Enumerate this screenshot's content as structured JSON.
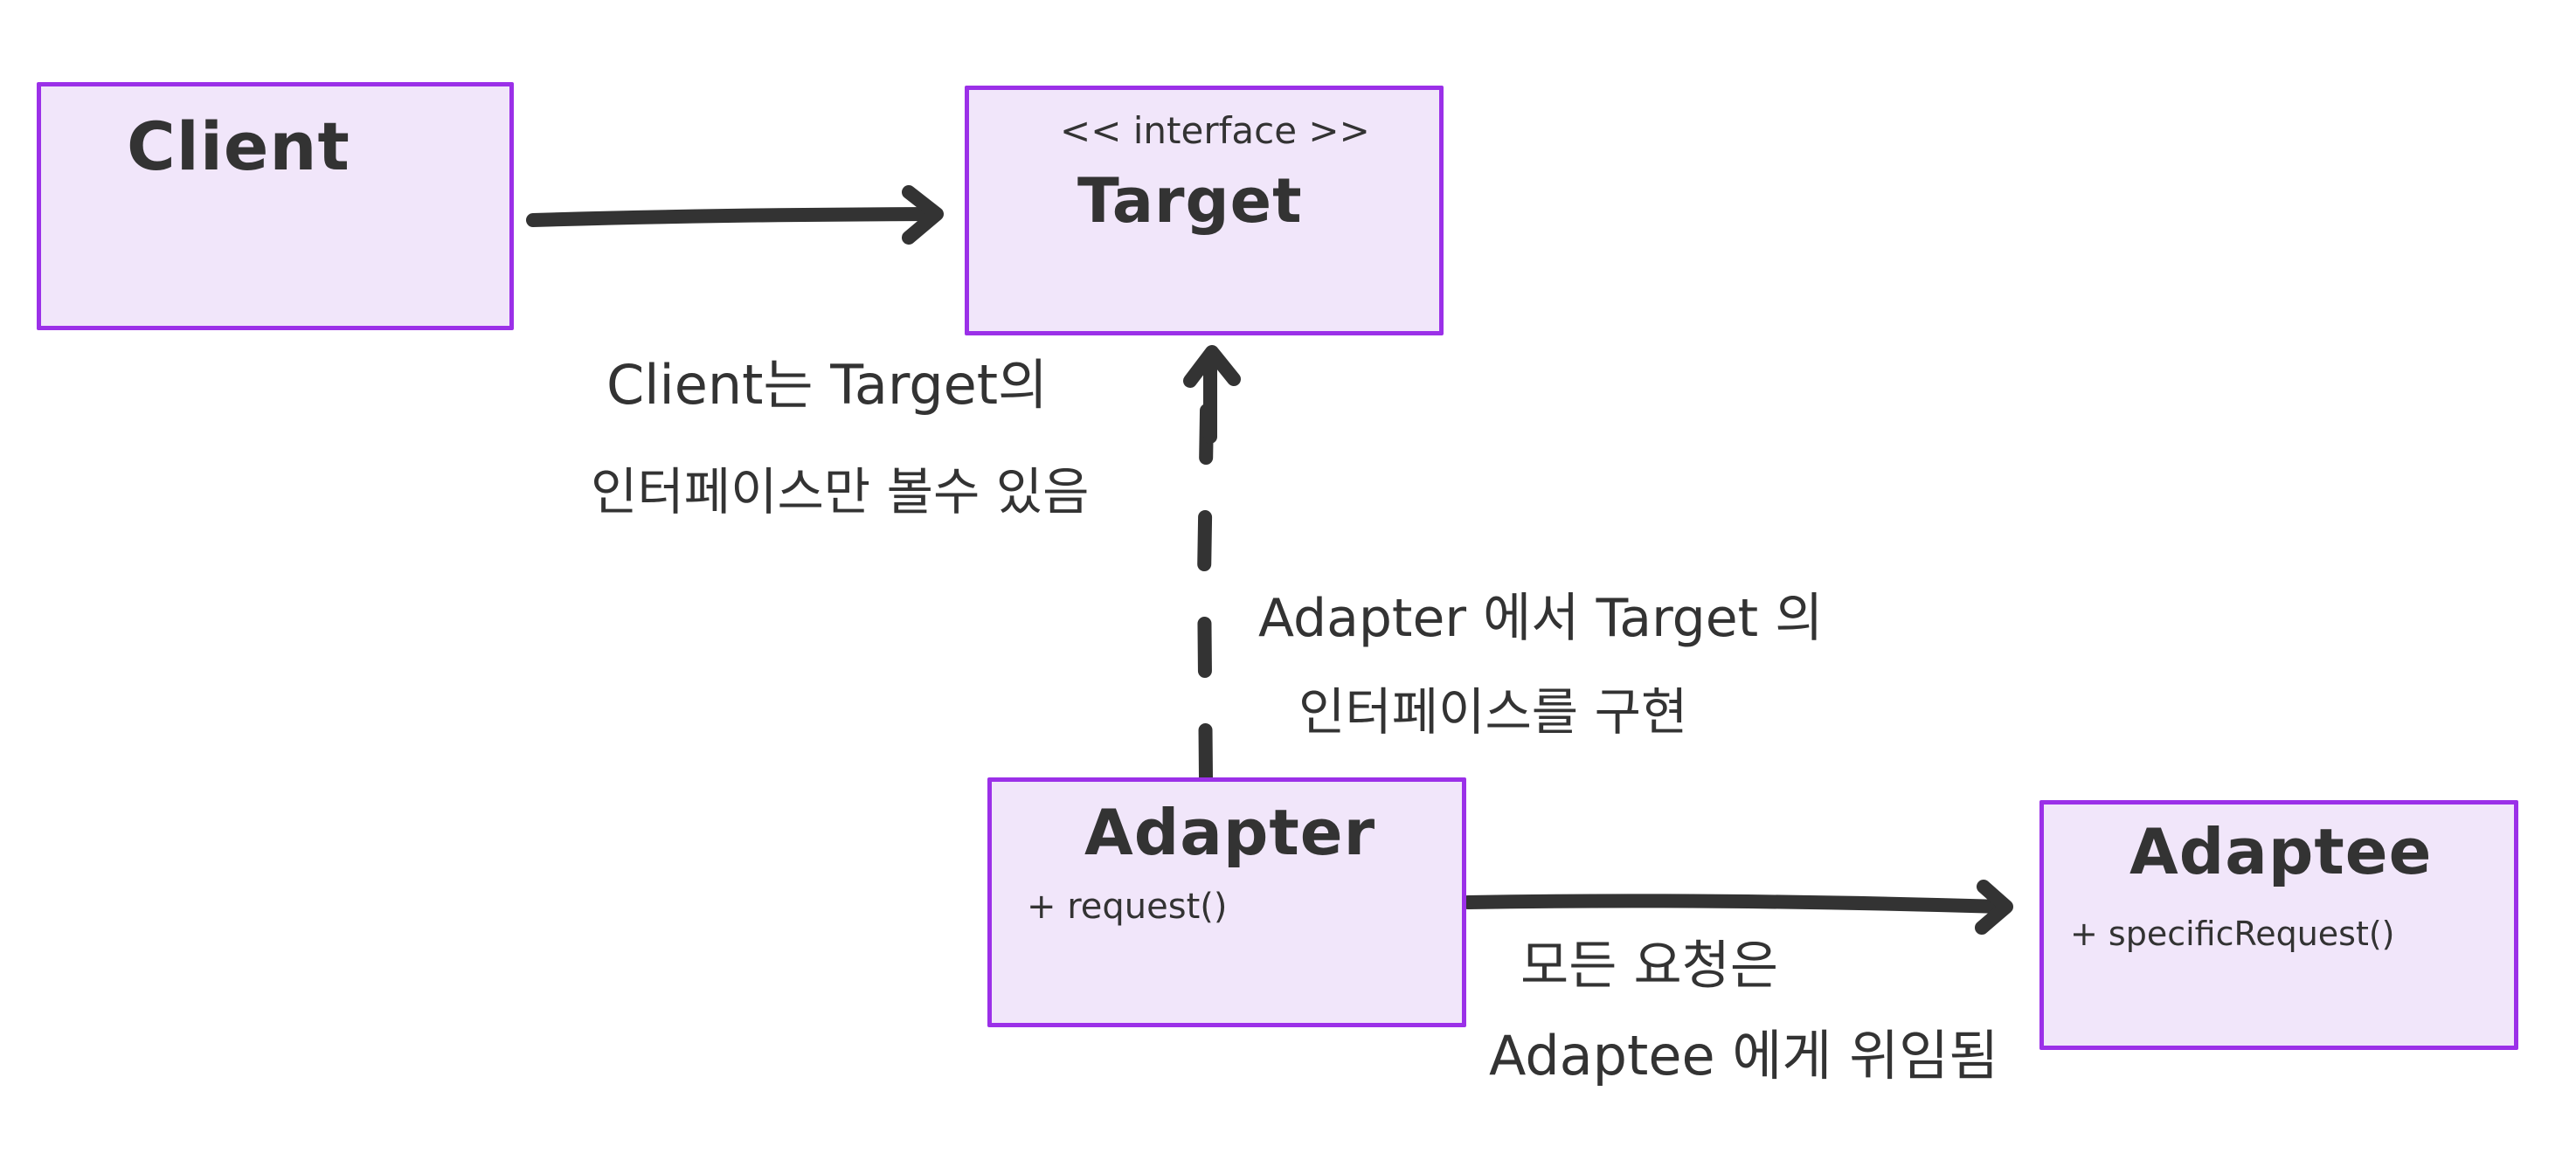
{
  "colors": {
    "box_border": "#9b30e8",
    "box_fill": "#f1e6fa",
    "ink": "#333333",
    "background": "#ffffff"
  },
  "boxes": {
    "client": {
      "title": "Client"
    },
    "target": {
      "stereotype": "<< interface >>",
      "title": "Target"
    },
    "adapter": {
      "title": "Adapter",
      "method": "+ request()"
    },
    "adaptee": {
      "title": "Adaptee",
      "method": "+ specificRequest()"
    }
  },
  "notes": {
    "client_target": [
      "Client는 Target의",
      "인터페이스만 볼수 있음"
    ],
    "adapter_implements": [
      "Adapter 에서 Target 의",
      "인터페이스를 구현"
    ],
    "delegation": [
      "모든 요청은",
      "Adaptee 에게 위임됨"
    ]
  },
  "connectors": [
    {
      "from": "client",
      "to": "target",
      "style": "solid-arrow"
    },
    {
      "from": "adapter",
      "to": "target",
      "style": "dashed-arrow"
    },
    {
      "from": "adapter",
      "to": "adaptee",
      "style": "solid-arrow"
    }
  ]
}
